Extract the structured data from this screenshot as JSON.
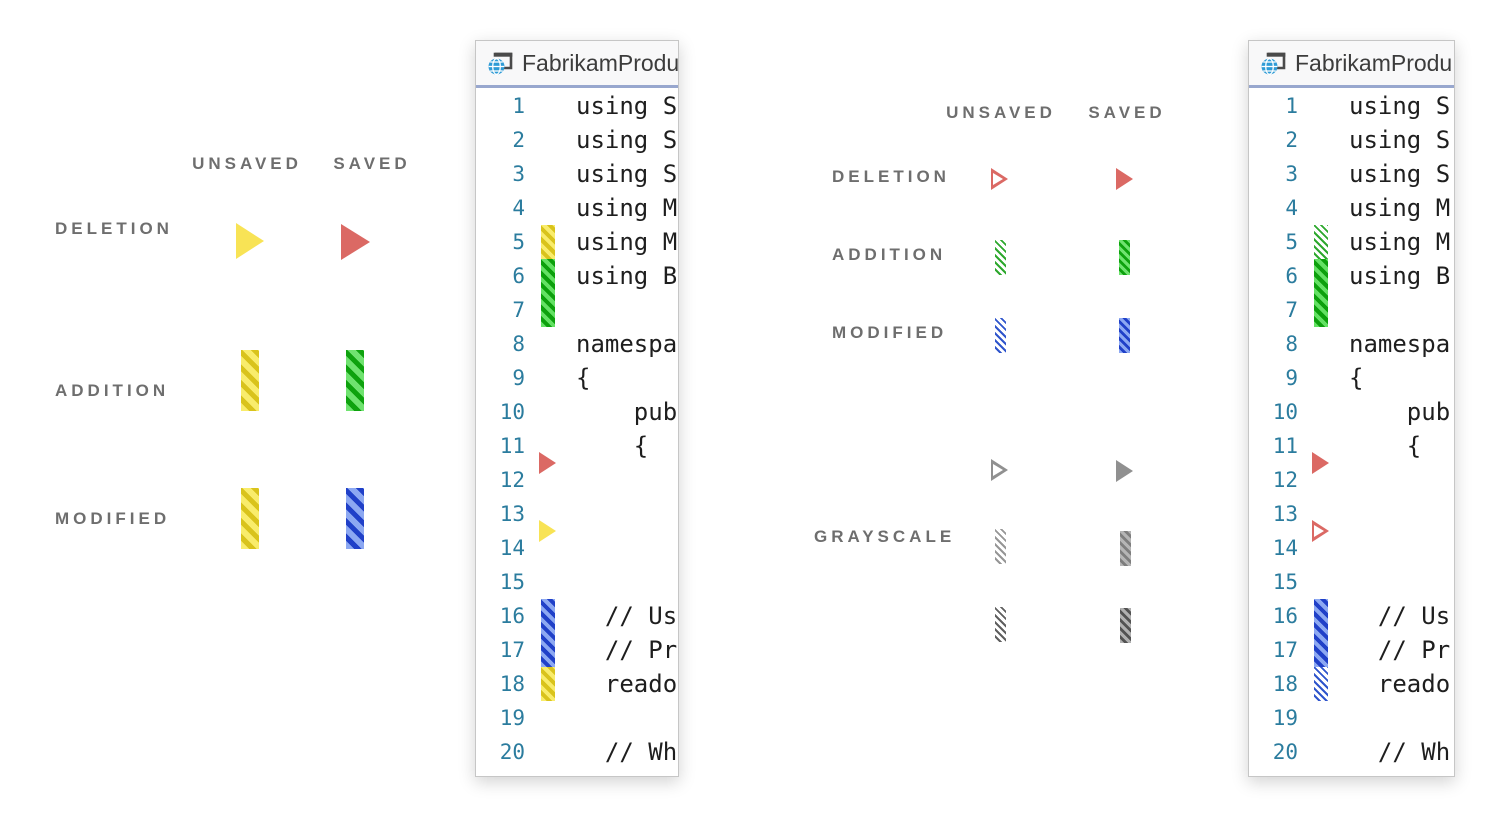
{
  "colors": {
    "label_gray": "#6E6E6E",
    "line_number_teal": "#2B7C9E",
    "code_text": "#1E1E1E",
    "tab_underline_blue": "#98A7CE",
    "unsaved_yellow": "#F8E355",
    "unsaved_yellow_stripe": "#D9C31C",
    "deletion_red": "#DB6964",
    "addition_green": "#63E163",
    "addition_green_stripe": "#0CA00C",
    "modified_blue": "#8CA8F2",
    "modified_blue_stripe": "#2040C8",
    "grayscale_gray": "#909090"
  },
  "legend_left": {
    "headers": [
      "UNSAVED",
      "SAVED"
    ],
    "rows": [
      "DELETION",
      "ADDITION",
      "MODIFIED"
    ]
  },
  "legend_right": {
    "headers": [
      "UNSAVED",
      "SAVED"
    ],
    "rows": [
      "DELETION",
      "ADDITION",
      "MODIFIED"
    ],
    "grayscale_label": "GRAYSCALE"
  },
  "editor": {
    "title": "FabrikamProdu",
    "lines": [
      {
        "num": "1",
        "code": "using S"
      },
      {
        "num": "2",
        "code": "using S"
      },
      {
        "num": "3",
        "code": "using S"
      },
      {
        "num": "4",
        "code": "using M"
      },
      {
        "num": "5",
        "code": "using M"
      },
      {
        "num": "6",
        "code": "using B"
      },
      {
        "num": "7",
        "code": ""
      },
      {
        "num": "8",
        "code": "namespa"
      },
      {
        "num": "9",
        "code": "{"
      },
      {
        "num": "10",
        "code": "    pub"
      },
      {
        "num": "11",
        "code": "    {"
      },
      {
        "num": "12",
        "code": ""
      },
      {
        "num": "13",
        "code": ""
      },
      {
        "num": "14",
        "code": ""
      },
      {
        "num": "15",
        "code": ""
      },
      {
        "num": "16",
        "code": "  // Us"
      },
      {
        "num": "17",
        "code": "  // Pr"
      },
      {
        "num": "18",
        "code": "  reado"
      },
      {
        "num": "19",
        "code": ""
      },
      {
        "num": "20",
        "code": "  // Wh"
      }
    ]
  },
  "windows": [
    {
      "scheme": "colored",
      "indicators": [
        {
          "kind": "addition",
          "state": "unsaved",
          "shape": "bar",
          "lines": [
            5,
            5
          ]
        },
        {
          "kind": "addition",
          "state": "saved",
          "shape": "bar",
          "lines": [
            6,
            7
          ]
        },
        {
          "kind": "deletion",
          "state": "saved",
          "shape": "tri",
          "after_line": 11
        },
        {
          "kind": "deletion",
          "state": "unsaved",
          "shape": "tri",
          "after_line": 13
        },
        {
          "kind": "modified",
          "state": "saved",
          "shape": "bar",
          "lines": [
            16,
            17
          ]
        },
        {
          "kind": "modified",
          "state": "unsaved",
          "shape": "bar",
          "lines": [
            18,
            18
          ]
        }
      ]
    },
    {
      "scheme": "hatched",
      "indicators": [
        {
          "kind": "addition",
          "state": "unsaved",
          "shape": "bar",
          "lines": [
            5,
            5
          ]
        },
        {
          "kind": "addition",
          "state": "saved",
          "shape": "bar",
          "lines": [
            6,
            7
          ]
        },
        {
          "kind": "deletion",
          "state": "saved",
          "shape": "tri",
          "after_line": 11
        },
        {
          "kind": "deletion",
          "state": "unsaved",
          "shape": "tri",
          "after_line": 13
        },
        {
          "kind": "modified",
          "state": "saved",
          "shape": "bar",
          "lines": [
            16,
            17
          ]
        },
        {
          "kind": "modified",
          "state": "unsaved",
          "shape": "bar",
          "lines": [
            18,
            18
          ]
        }
      ]
    }
  ]
}
